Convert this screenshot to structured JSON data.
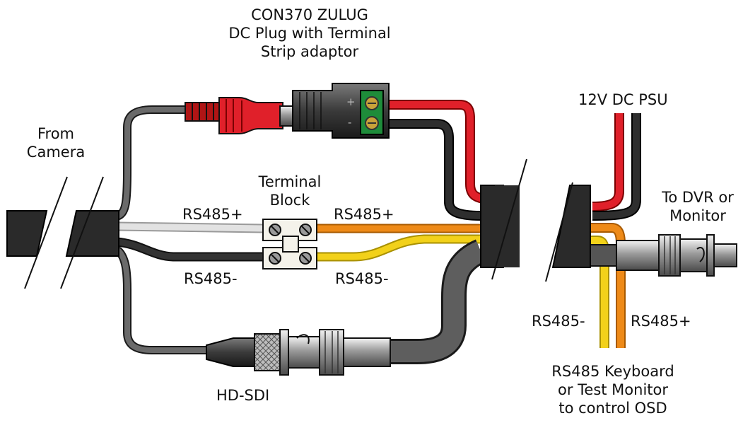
{
  "title_lines": [
    "CON370 ZULUG",
    "DC Plug with Terminal",
    "Strip adaptor"
  ],
  "from_camera": [
    "From",
    "Camera"
  ],
  "terminal_block": [
    "Terminal",
    "Block"
  ],
  "psu_label": "12V DC PSU",
  "dvr_label": [
    "To DVR or",
    "Monitor"
  ],
  "rs485_plus": "RS485+",
  "rs485_minus": "RS485-",
  "hdsdi_label": "HD-SDI",
  "keyboard_label": [
    "RS485 Keyboard",
    "or Test Monitor",
    "to control OSD"
  ],
  "plug_plus": "+",
  "plug_minus": "-",
  "colors": {
    "red_wire": "#e0202a",
    "black_wire": "#222222",
    "grey_cable": "#5a5a5a",
    "white_wire": "#d9d9d9",
    "orange_wire": "#ee8a18",
    "yellow_wire": "#f2d11a",
    "terminal_green": "#1e8c3a",
    "dark_sleeve": "#2a2a2a"
  }
}
